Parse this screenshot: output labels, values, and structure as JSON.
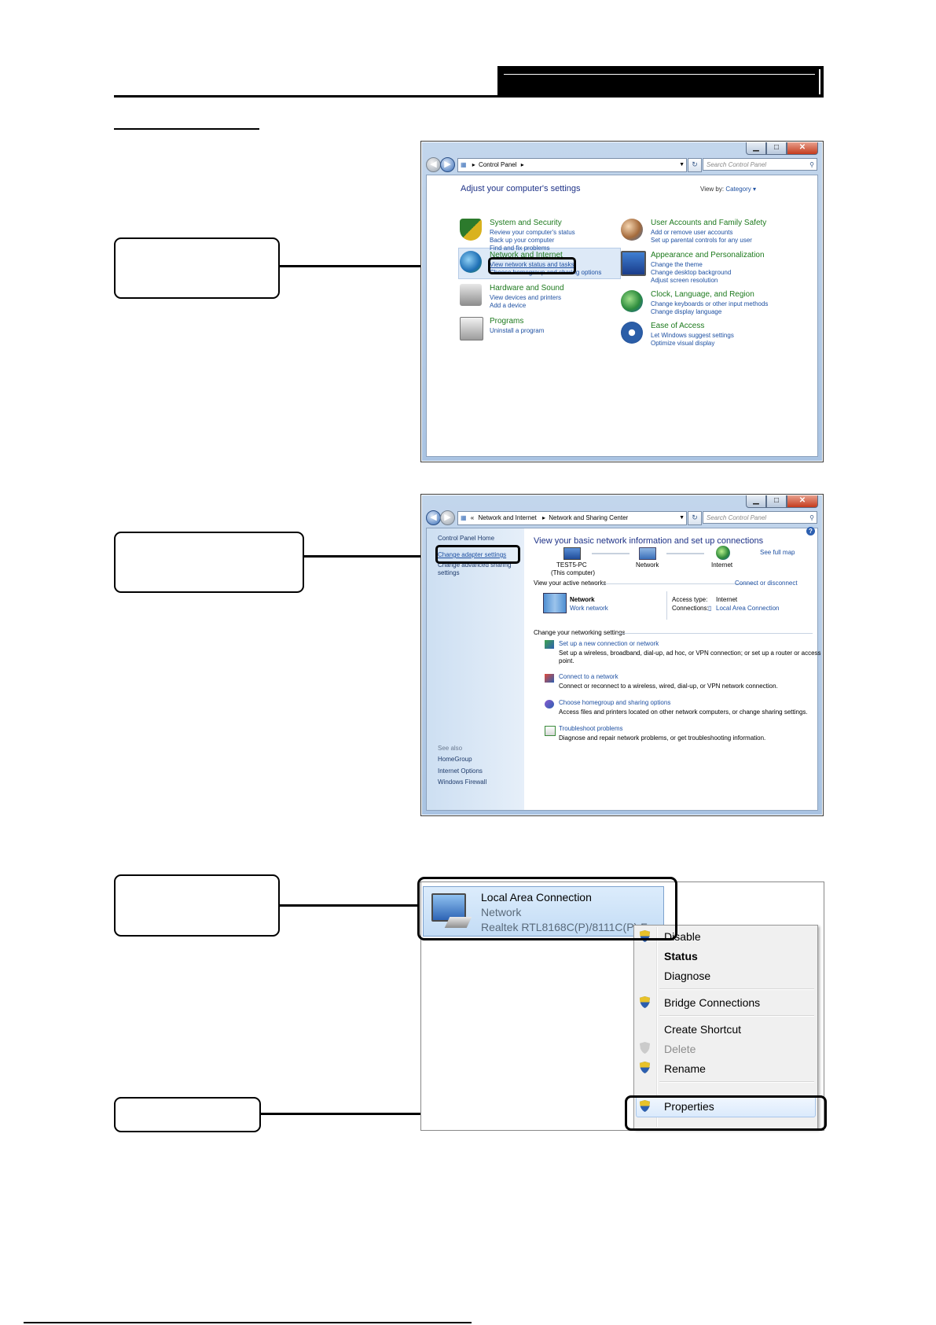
{
  "control_panel": {
    "address": [
      "Control Panel"
    ],
    "search_placeholder": "Search Control Panel",
    "title": "Adjust your computer's settings",
    "view_by_label": "View by:",
    "view_by_value": "Category ▾",
    "categories": [
      {
        "heading": "System and Security",
        "links": [
          "Review your computer's status",
          "Back up your computer",
          "Find and fix problems"
        ],
        "icon": "shield-icon"
      },
      {
        "heading": "Network and Internet",
        "links": [
          "View network status and tasks",
          "Choose homegroup and sharing options"
        ],
        "icon": "globe-network-icon"
      },
      {
        "heading": "Hardware and Sound",
        "links": [
          "View devices and printers",
          "Add a device"
        ],
        "icon": "printer-icon"
      },
      {
        "heading": "Programs",
        "links": [
          "Uninstall a program"
        ],
        "icon": "programs-icon"
      },
      {
        "heading": "User Accounts and Family Safety",
        "links": [
          "Add or remove user accounts",
          "Set up parental controls for any user"
        ],
        "icon": "users-icon"
      },
      {
        "heading": "Appearance and Personalization",
        "links": [
          "Change the theme",
          "Change desktop background",
          "Adjust screen resolution"
        ],
        "icon": "monitor-icon"
      },
      {
        "heading": "Clock, Language, and Region",
        "links": [
          "Change keyboards or other input methods",
          "Change display language"
        ],
        "icon": "clock-globe-icon"
      },
      {
        "heading": "Ease of Access",
        "links": [
          "Let Windows suggest settings",
          "Optimize visual display"
        ],
        "icon": "ease-access-icon"
      }
    ]
  },
  "network_center": {
    "address": [
      "«",
      "Network and Internet",
      "Network and Sharing Center"
    ],
    "search_placeholder": "Search Control Panel",
    "sidebar": {
      "home": "Control Panel Home",
      "change_adapter": "Change adapter settings",
      "change_advanced": "Change advanced sharing settings",
      "see_also": "See also",
      "links": [
        "HomeGroup",
        "Internet Options",
        "Windows Firewall"
      ]
    },
    "title": "View your basic network information and set up connections",
    "see_full_map": "See full map",
    "map": {
      "pc": "TEST5-PC",
      "pc_sub": "(This computer)",
      "network": "Network",
      "internet": "Internet"
    },
    "active_header": "View your active networks",
    "connect_disconnect": "Connect or disconnect",
    "active": {
      "name": "Network",
      "type": "Work network",
      "access_label": "Access type:",
      "access_value": "Internet",
      "conn_label": "Connections:",
      "conn_value": "Local Area Connection"
    },
    "change_header": "Change your networking settings",
    "tasks": [
      {
        "link": "Set up a new connection or network",
        "desc": "Set up a wireless, broadband, dial-up, ad hoc, or VPN connection; or set up a router or access",
        "desc2": "point."
      },
      {
        "link": "Connect to a network",
        "desc": "Connect or reconnect to a wireless, wired, dial-up, or VPN network connection.",
        "desc2": ""
      },
      {
        "link": "Choose homegroup and sharing options",
        "desc": "Access files and printers located on other network computers, or change sharing settings.",
        "desc2": ""
      },
      {
        "link": "Troubleshoot problems",
        "desc": "Diagnose and repair network problems, or get troubleshooting information.",
        "desc2": ""
      }
    ]
  },
  "adapter": {
    "name": "Local Area Connection",
    "network": "Network",
    "device": "Realtek RTL8168C(P)/8111C(P) Fa..."
  },
  "context_menu": {
    "items": [
      "Disable",
      "Status",
      "Diagnose",
      "Bridge Connections",
      "Create Shortcut",
      "Delete",
      "Rename",
      "Properties"
    ]
  },
  "colors": {
    "link": "#1e50a2",
    "heading": "#1e7a1e",
    "title": "#1e3287"
  }
}
